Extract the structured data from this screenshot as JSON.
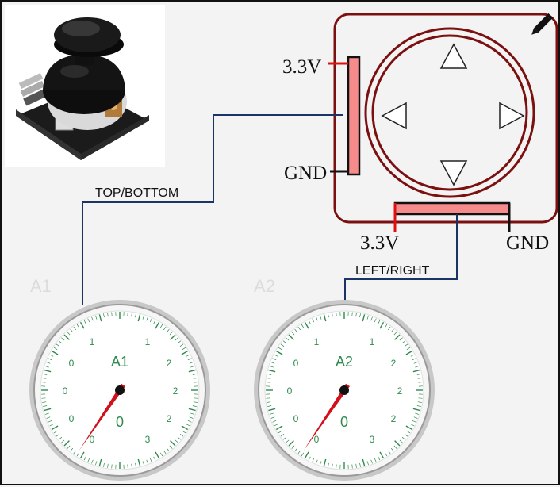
{
  "joystick_module": {
    "vertical_pot": {
      "top_pin_label": "3.3V",
      "bottom_pin_label": "GND"
    },
    "horizontal_pot": {
      "left_pin_label": "3.3V",
      "right_pin_label": "GND"
    },
    "arrows": [
      "up-arrow-icon",
      "down-arrow-icon",
      "left-arrow-icon",
      "right-arrow-icon"
    ],
    "edit_icon": "pencil-icon"
  },
  "wires": {
    "vertical_label": "TOP/BOTTOM",
    "horizontal_label": "LEFT/RIGHT"
  },
  "gauges": [
    {
      "ghost_label": "A1",
      "face_label": "A1",
      "value": "0",
      "needle_value": 0,
      "scale_labels": {
        "left_upper": "0",
        "left_mid": "0",
        "left_lower": "0",
        "top_left": "1",
        "top_right": "1",
        "right_upper": "2",
        "right_mid": "2",
        "right_lower": "2",
        "bottom_left": "0",
        "bottom_right": "3"
      }
    },
    {
      "ghost_label": "A2",
      "face_label": "A2",
      "value": "0",
      "needle_value": 0,
      "scale_labels": {
        "left_upper": "0",
        "left_mid": "0",
        "left_lower": "0",
        "top_left": "1",
        "top_right": "1",
        "right_upper": "2",
        "right_mid": "2",
        "right_lower": "2",
        "bottom_left": "0",
        "bottom_right": "3"
      }
    }
  ],
  "colors": {
    "frame": "#7a1010",
    "pot_fill": "#f58b8b",
    "wire": "#1a3563",
    "pin_power": "#e01010",
    "pin_ground": "#111111",
    "needle": "#d0101a",
    "dial_text": "#2f8a4e"
  }
}
